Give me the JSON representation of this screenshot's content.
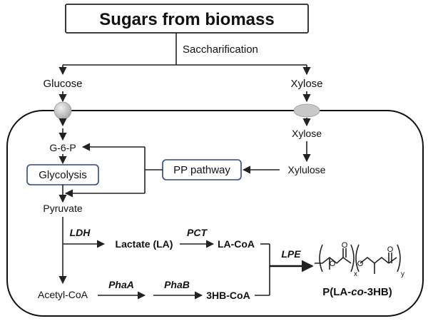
{
  "title": "Sugars from biomass",
  "process": "Saccharification",
  "nodes": {
    "glucose": "Glucose",
    "xylose_out": "Xylose",
    "xylose_in": "Xylose",
    "xylulose": "Xylulose",
    "g6p": "G-6-P",
    "glycolysis": "Glycolysis",
    "pp_pathway": "PP pathway",
    "pyruvate": "Pyruvate",
    "lactate": "Lactate (LA)",
    "la_coa": "LA-CoA",
    "acetyl_coa": "Acetyl-CoA",
    "hb_coa": "3HB-CoA"
  },
  "enzymes": {
    "ldh": "LDH",
    "pct": "PCT",
    "phaa": "PhaA",
    "phab": "PhaB",
    "lpe": "LPE"
  },
  "product": {
    "prefix": "P(LA-",
    "co": "co",
    "suffix": "-3HB)",
    "sub_x": "x",
    "sub_y": "y"
  },
  "colors": {
    "box_border": "#2b4a7a",
    "transporter": "#c8c8c8",
    "line": "#222222"
  }
}
